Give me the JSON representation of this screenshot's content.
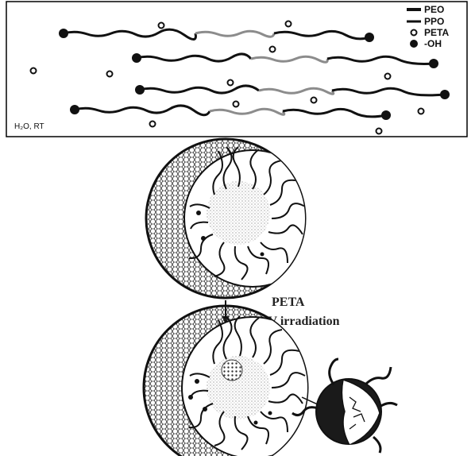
{
  "legend": {
    "peo": "PEO",
    "ppo": "PPO",
    "peta": "PETA",
    "oh": "-OH"
  },
  "condition": "H₂O, RT",
  "step": {
    "reagent": "PETA",
    "process": "UV irradiation"
  },
  "colors": {
    "peo": "#111111",
    "ppo": "#8c8c8c",
    "background": "#ffffff"
  }
}
